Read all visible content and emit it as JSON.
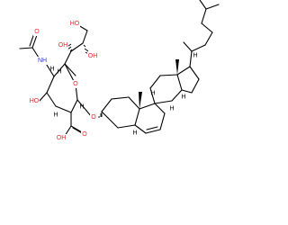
{
  "molecule": {
    "atom_labels": {
      "ho_top": "HO",
      "oh_upper": "OH",
      "oh_middle": "OH",
      "nh": "NH",
      "o_carbonyl": "O",
      "ho_ring": "HO",
      "o_ring": "O",
      "o_glycosidic": "O",
      "oh_acid": "OH",
      "o_acid": "O",
      "h_a": "H",
      "h_b": "H",
      "h_c": "H",
      "h_d": "H",
      "h_e": "H",
      "h_f": "H",
      "h_g": "H",
      "h_h": "H",
      "h_i": "H"
    }
  }
}
